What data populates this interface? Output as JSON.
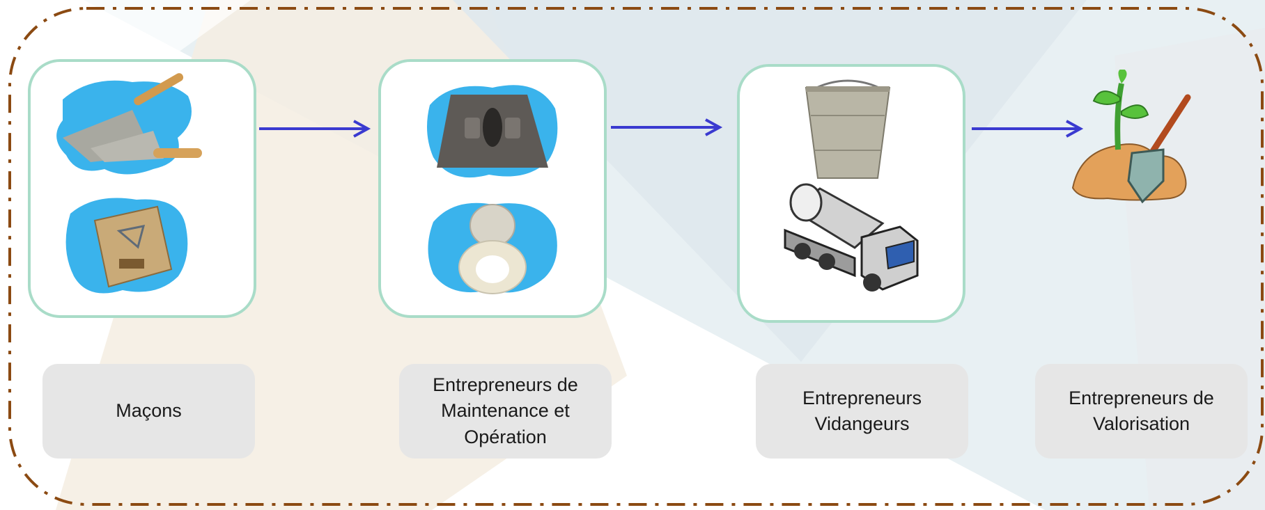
{
  "stages": [
    {
      "label": "Maçons",
      "icon": "trowel-and-cement-bag-icon"
    },
    {
      "label": "Entrepreneurs de\nMaintenance et\nOpération",
      "icon": "latrine-slab-and-toilet-seat-icon"
    },
    {
      "label": "Entrepreneurs\nVidangeurs",
      "icon": "bucket-and-tanker-truck-icon"
    },
    {
      "label": "Entrepreneurs de\nValorisation",
      "icon": "plant-and-shovel-icon"
    }
  ],
  "colors": {
    "frame_border": "#8b4a12",
    "card_border": "#a9dcc8",
    "arrow": "#3a3ad0",
    "label_bg": "#e6e6e6",
    "splash": "#3ab3ec"
  }
}
